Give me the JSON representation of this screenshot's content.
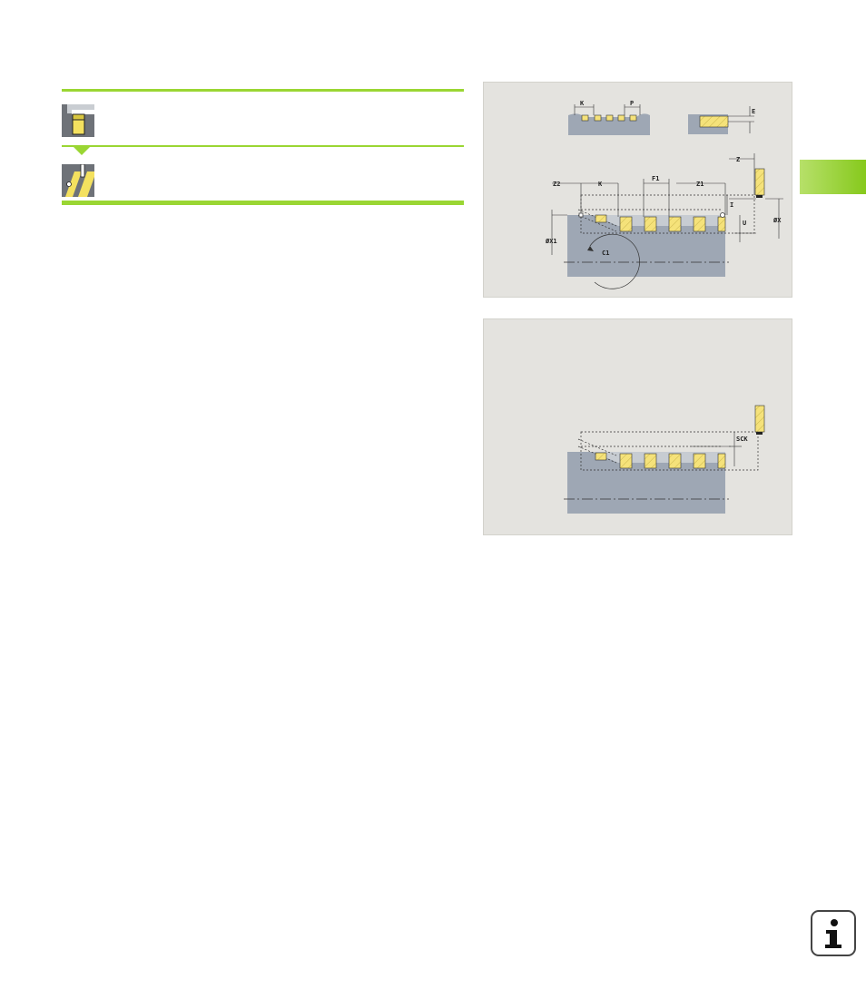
{
  "icons": {
    "top": "cutting-cycle-icon",
    "bottom": "engraving-tool-icon"
  },
  "figure_top": {
    "labels": {
      "k_small": "K",
      "p": "P",
      "e": "E",
      "z": "Z",
      "z2": "Z2",
      "k": "K",
      "f1": "F1",
      "z1": "Z1",
      "i": "I",
      "u": "U",
      "x": "ØX",
      "x1": "ØX1",
      "c1": "C1"
    }
  },
  "figure_bottom": {
    "labels": {
      "sck": "SCK"
    }
  },
  "colors": {
    "accent_green": "#9ad633",
    "figure_bg": "#e4e3df",
    "workpiece": "#9ea7b4",
    "tool_yellow": "#f5e27a"
  },
  "side_icon": "info-icon"
}
